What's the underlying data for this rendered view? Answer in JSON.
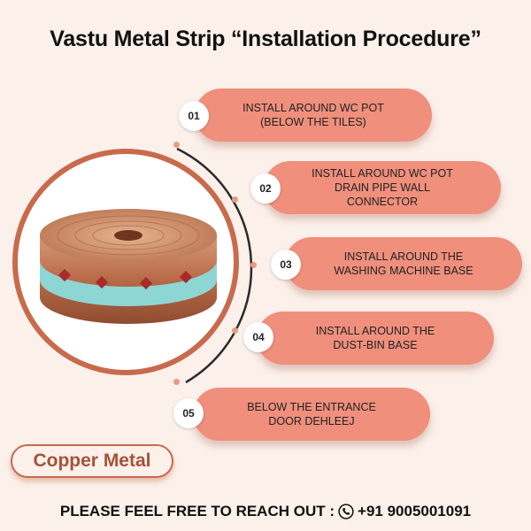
{
  "title": "Vastu Metal Strip “Installation Procedure”",
  "steps": [
    {
      "number": "01",
      "text": "INSTALL AROUND WC POT\n(BELOW THE TILES)"
    },
    {
      "number": "02",
      "text": "INSTALL AROUND WC POT\nDRAIN PIPE WALL\nCONNECTOR"
    },
    {
      "number": "03",
      "text": "INSTALL AROUND THE\nWASHING MACHINE BASE"
    },
    {
      "number": "04",
      "text": "INSTALL AROUND THE\nDUST-BIN BASE"
    },
    {
      "number": "05",
      "text": "BELOW THE ENTRANCE\nDOOR DEHLEEJ"
    }
  ],
  "badge": "Copper Metal",
  "footer": {
    "prefix": "PLEASE FEEL FREE TO REACH OUT :",
    "phone_icon": "phone-icon",
    "phone": "+91 9005001091"
  },
  "colors": {
    "background": "#fbf0ea",
    "pill": "#ef8f7c",
    "ring": "#c86a4c",
    "copper": "#c47a55"
  }
}
